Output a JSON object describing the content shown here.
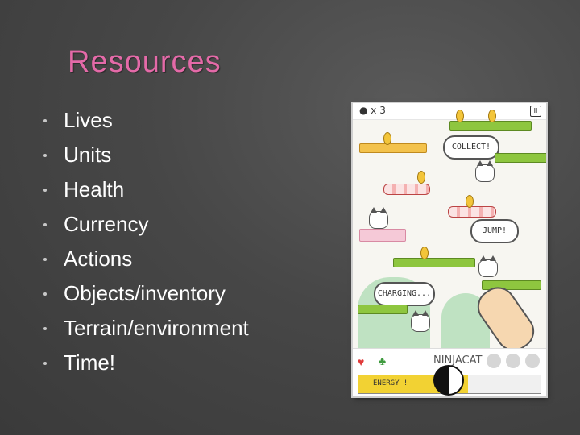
{
  "slide": {
    "title": "Resources",
    "bullets": [
      "Lives",
      "Units",
      "Health",
      "Currency",
      "Actions",
      "Objects/inventory",
      "Terrain/environment",
      "Time!"
    ]
  },
  "game_screenshot": {
    "lives_counter": "x 3",
    "bubbles": {
      "collect": "COLLECT!",
      "jump": "JUMP!",
      "charging": "CHARGING..."
    },
    "game_logo": "NINJACAT",
    "energy_label": "ENERGY !",
    "energy_level_fraction": 0.6
  }
}
